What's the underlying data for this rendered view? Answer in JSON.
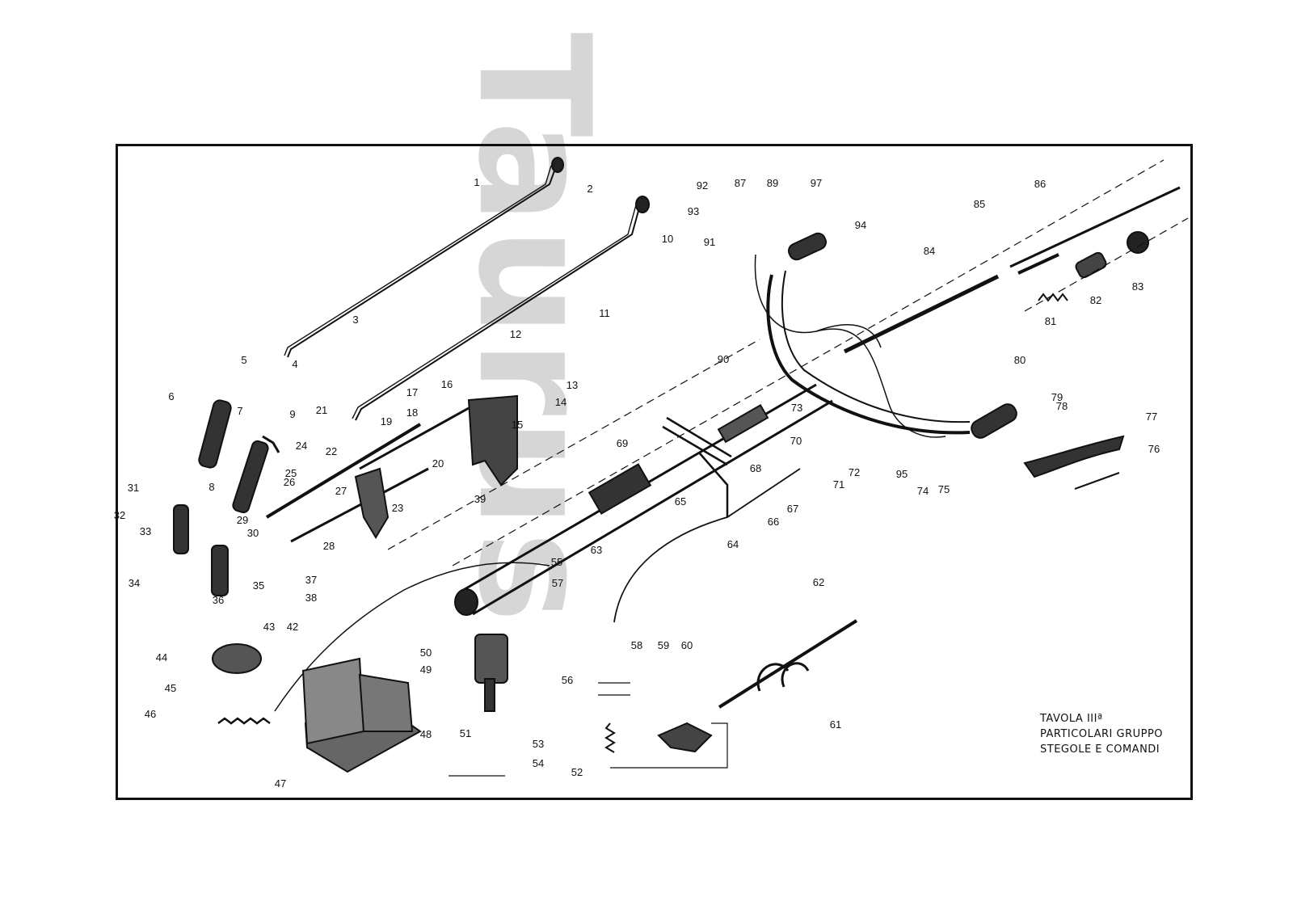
{
  "watermark": "Taurus",
  "title_block": {
    "line1": "TAVOLA IIIª",
    "line2": "PARTICOLARI GRUPPO",
    "line3": "STEGOLE E COMANDI"
  },
  "part_numbers": [
    "1",
    "2",
    "3",
    "4",
    "5",
    "6",
    "7",
    "8",
    "9",
    "10",
    "11",
    "12",
    "13",
    "14",
    "15",
    "16",
    "17",
    "18",
    "19",
    "20",
    "21",
    "22",
    "23",
    "24",
    "25",
    "26",
    "27",
    "28",
    "29",
    "30",
    "31",
    "32",
    "33",
    "34",
    "35",
    "36",
    "37",
    "38",
    "39",
    "42",
    "43",
    "44",
    "45",
    "46",
    "47",
    "48",
    "49",
    "50",
    "51",
    "52",
    "53",
    "54",
    "55",
    "56",
    "57",
    "58",
    "59",
    "60",
    "61",
    "62",
    "63",
    "64",
    "65",
    "66",
    "67",
    "68",
    "69",
    "70",
    "71",
    "72",
    "73",
    "74",
    "75",
    "76",
    "77",
    "78",
    "79",
    "80",
    "81",
    "82",
    "83",
    "84",
    "85",
    "86",
    "87",
    "89",
    "90",
    "91",
    "92",
    "93",
    "94",
    "95",
    "97"
  ]
}
